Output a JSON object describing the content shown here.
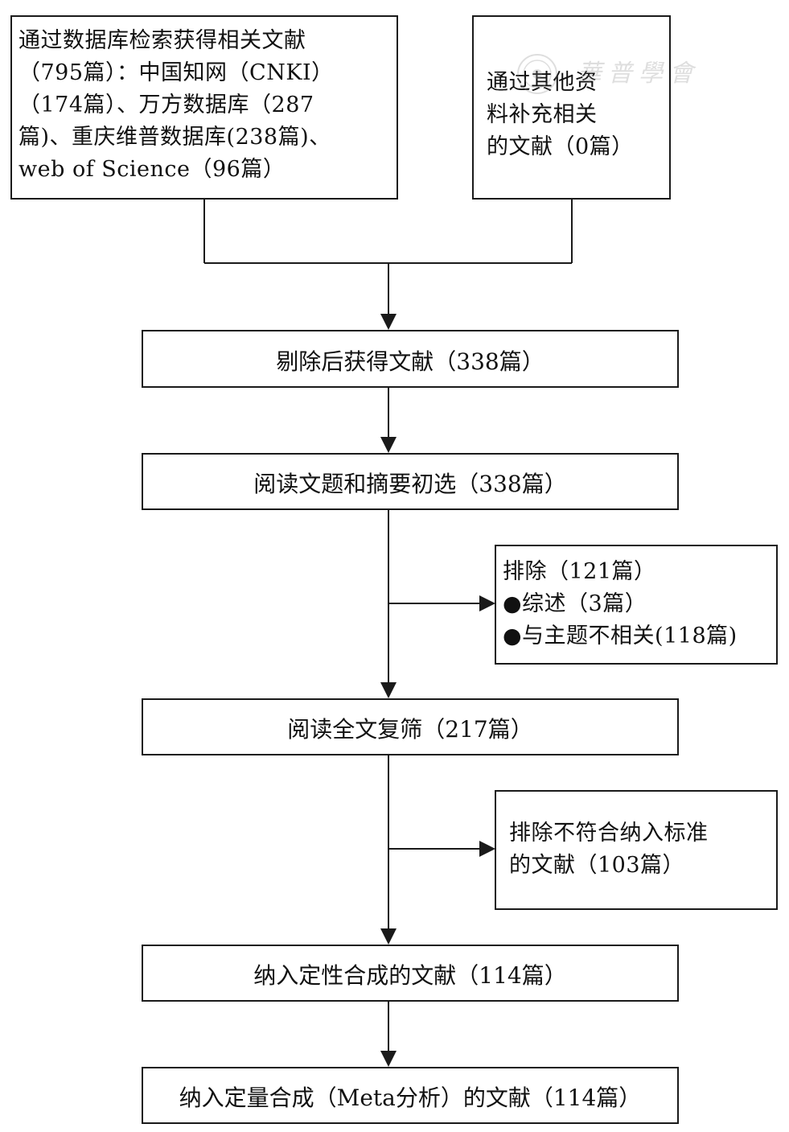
{
  "boxes": {
    "db_search": {
      "lines": [
        "通过数据库检索获得相关文献",
        "（795篇）：中国知网（CNKI）",
        "（174篇）、万方数据库（287",
        "篇)、重庆维普数据库(238篇)、",
        "web of Science（96篇）"
      ]
    },
    "other_sources": {
      "lines": [
        "通过其他资",
        "料补充相关",
        "的文献（0篇）"
      ]
    },
    "after_dedup": {
      "text": "剔除后获得文献（338篇）"
    },
    "title_abstract": {
      "text": "阅读文题和摘要初选（338篇）"
    },
    "exclude_1": {
      "lines": [
        "排除（121篇）",
        "●综述（3篇）",
        "●与主题不相关(118篇)"
      ]
    },
    "fulltext": {
      "text": "阅读全文复筛（217篇）"
    },
    "exclude_2": {
      "lines": [
        "排除不符合纳入标准",
        "的文献（103篇）"
      ]
    },
    "qualitative": {
      "text": "纳入定性合成的文献（114篇）"
    },
    "quantitative": {
      "text": "纳入定量合成（Meta分析）的文献（114篇）"
    }
  },
  "watermark": {
    "text": "華普學會"
  },
  "colors": {
    "line": "#1a1a1a",
    "background": "#ffffff"
  }
}
